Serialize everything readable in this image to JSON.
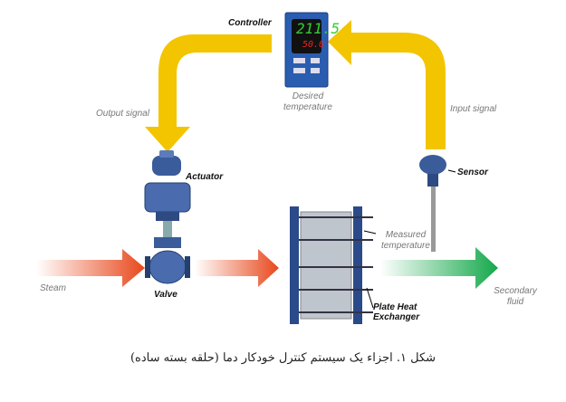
{
  "labels": {
    "controller": "Controller",
    "desired": "Desired temperature",
    "output_signal": "Output signal",
    "input_signal": "Input signal",
    "actuator": "Actuator",
    "sensor": "Sensor",
    "measured": "Measured temperature",
    "steam": "Steam",
    "valve": "Valve",
    "phe": "Plate Heat Exchanger",
    "secondary": "Secondary fluid"
  },
  "display": {
    "pv": "211.5",
    "sp": "50.0"
  },
  "caption": "شکل ۱. اجزاء یک سیستم کنترل خودکار دما (حلقه بسته ساده)",
  "colors": {
    "signal": "#f2c500",
    "steam": "#e8481c",
    "secondary": "#1aa84a",
    "controller": "#2a5db0"
  }
}
